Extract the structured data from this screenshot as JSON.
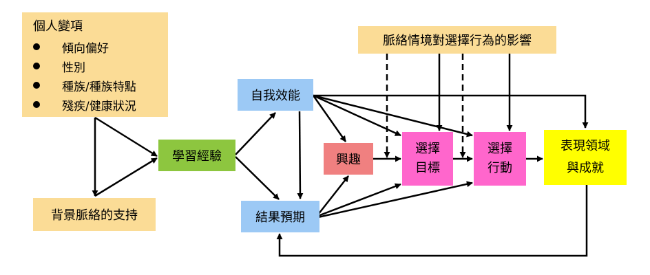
{
  "personal": {
    "title": "個人變項",
    "items": [
      "傾向偏好",
      "性別",
      "種族/種族特點",
      "殘疾/健康狀況"
    ]
  },
  "background_support": "背景脈絡的支持",
  "context_influence": "脈絡情境對選擇行為的影響",
  "learning_experience": "學習經驗",
  "self_efficacy": "自我效能",
  "outcome_expectation": "結果預期",
  "interest": "興趣",
  "choice_goal": {
    "line1": "選擇",
    "line2": "目標"
  },
  "choice_action": {
    "line1": "選擇",
    "line2": "行動"
  },
  "performance": {
    "line1": "表現領域",
    "line2": "與成就"
  }
}
